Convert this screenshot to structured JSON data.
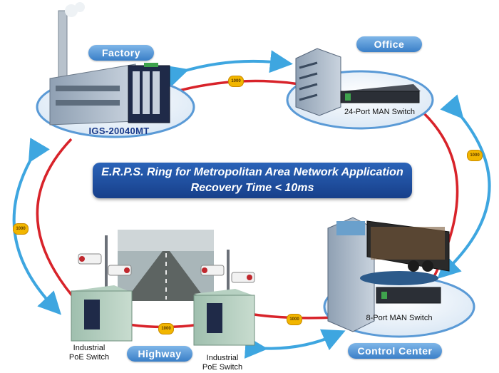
{
  "banner": {
    "line1": "E.R.P.S. Ring for Metropolitan Area Network Application",
    "line2": "Recovery Time < 10ms"
  },
  "sites": {
    "factory": {
      "label": "Factory",
      "model": "IGS-20040MT"
    },
    "office": {
      "label": "Office",
      "device": "24-Port MAN Switch"
    },
    "control_center": {
      "label": "Control Center",
      "device": "8-Port MAN Switch"
    },
    "highway": {
      "label": "Highway",
      "device_left": "Industrial\nPoE Switch",
      "device_right": "Industrial\nPoE Switch"
    }
  },
  "links": {
    "speed_label": "1000"
  },
  "colors": {
    "ring": "#d8232a",
    "arrow": "#3ea6e0",
    "pill": "#3a7fc8",
    "banner": "#1e4f9e",
    "badge": "#f2b600"
  }
}
